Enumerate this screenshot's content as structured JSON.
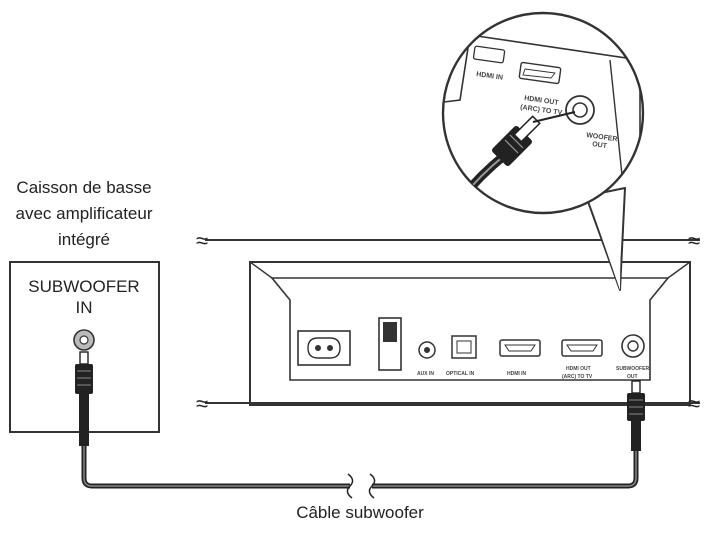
{
  "subwoofer_box": {
    "caption": [
      "Caisson de basse",
      "avec amplificateur",
      "intégré"
    ],
    "jack_label": [
      "SUBWOOFER",
      "IN"
    ]
  },
  "cable_label": "Câble subwoofer",
  "soundbar_ports": {
    "aux": "AUX IN",
    "optical": "OPTICAL IN",
    "hdmi_in": "HDMI IN",
    "hdmi_out": [
      "HDMI OUT",
      "(ARC) TO TV"
    ],
    "subwoofer_out": [
      "SUBWOOFER",
      "OUT"
    ]
  },
  "zoom_ports": {
    "hdmi_in": "HDMI IN",
    "hdmi_out": [
      "HDMI OUT",
      "(ARC) TO TV"
    ],
    "subwoofer_out": [
      "WOOFER",
      "OUT"
    ]
  },
  "break_mark": "≈"
}
